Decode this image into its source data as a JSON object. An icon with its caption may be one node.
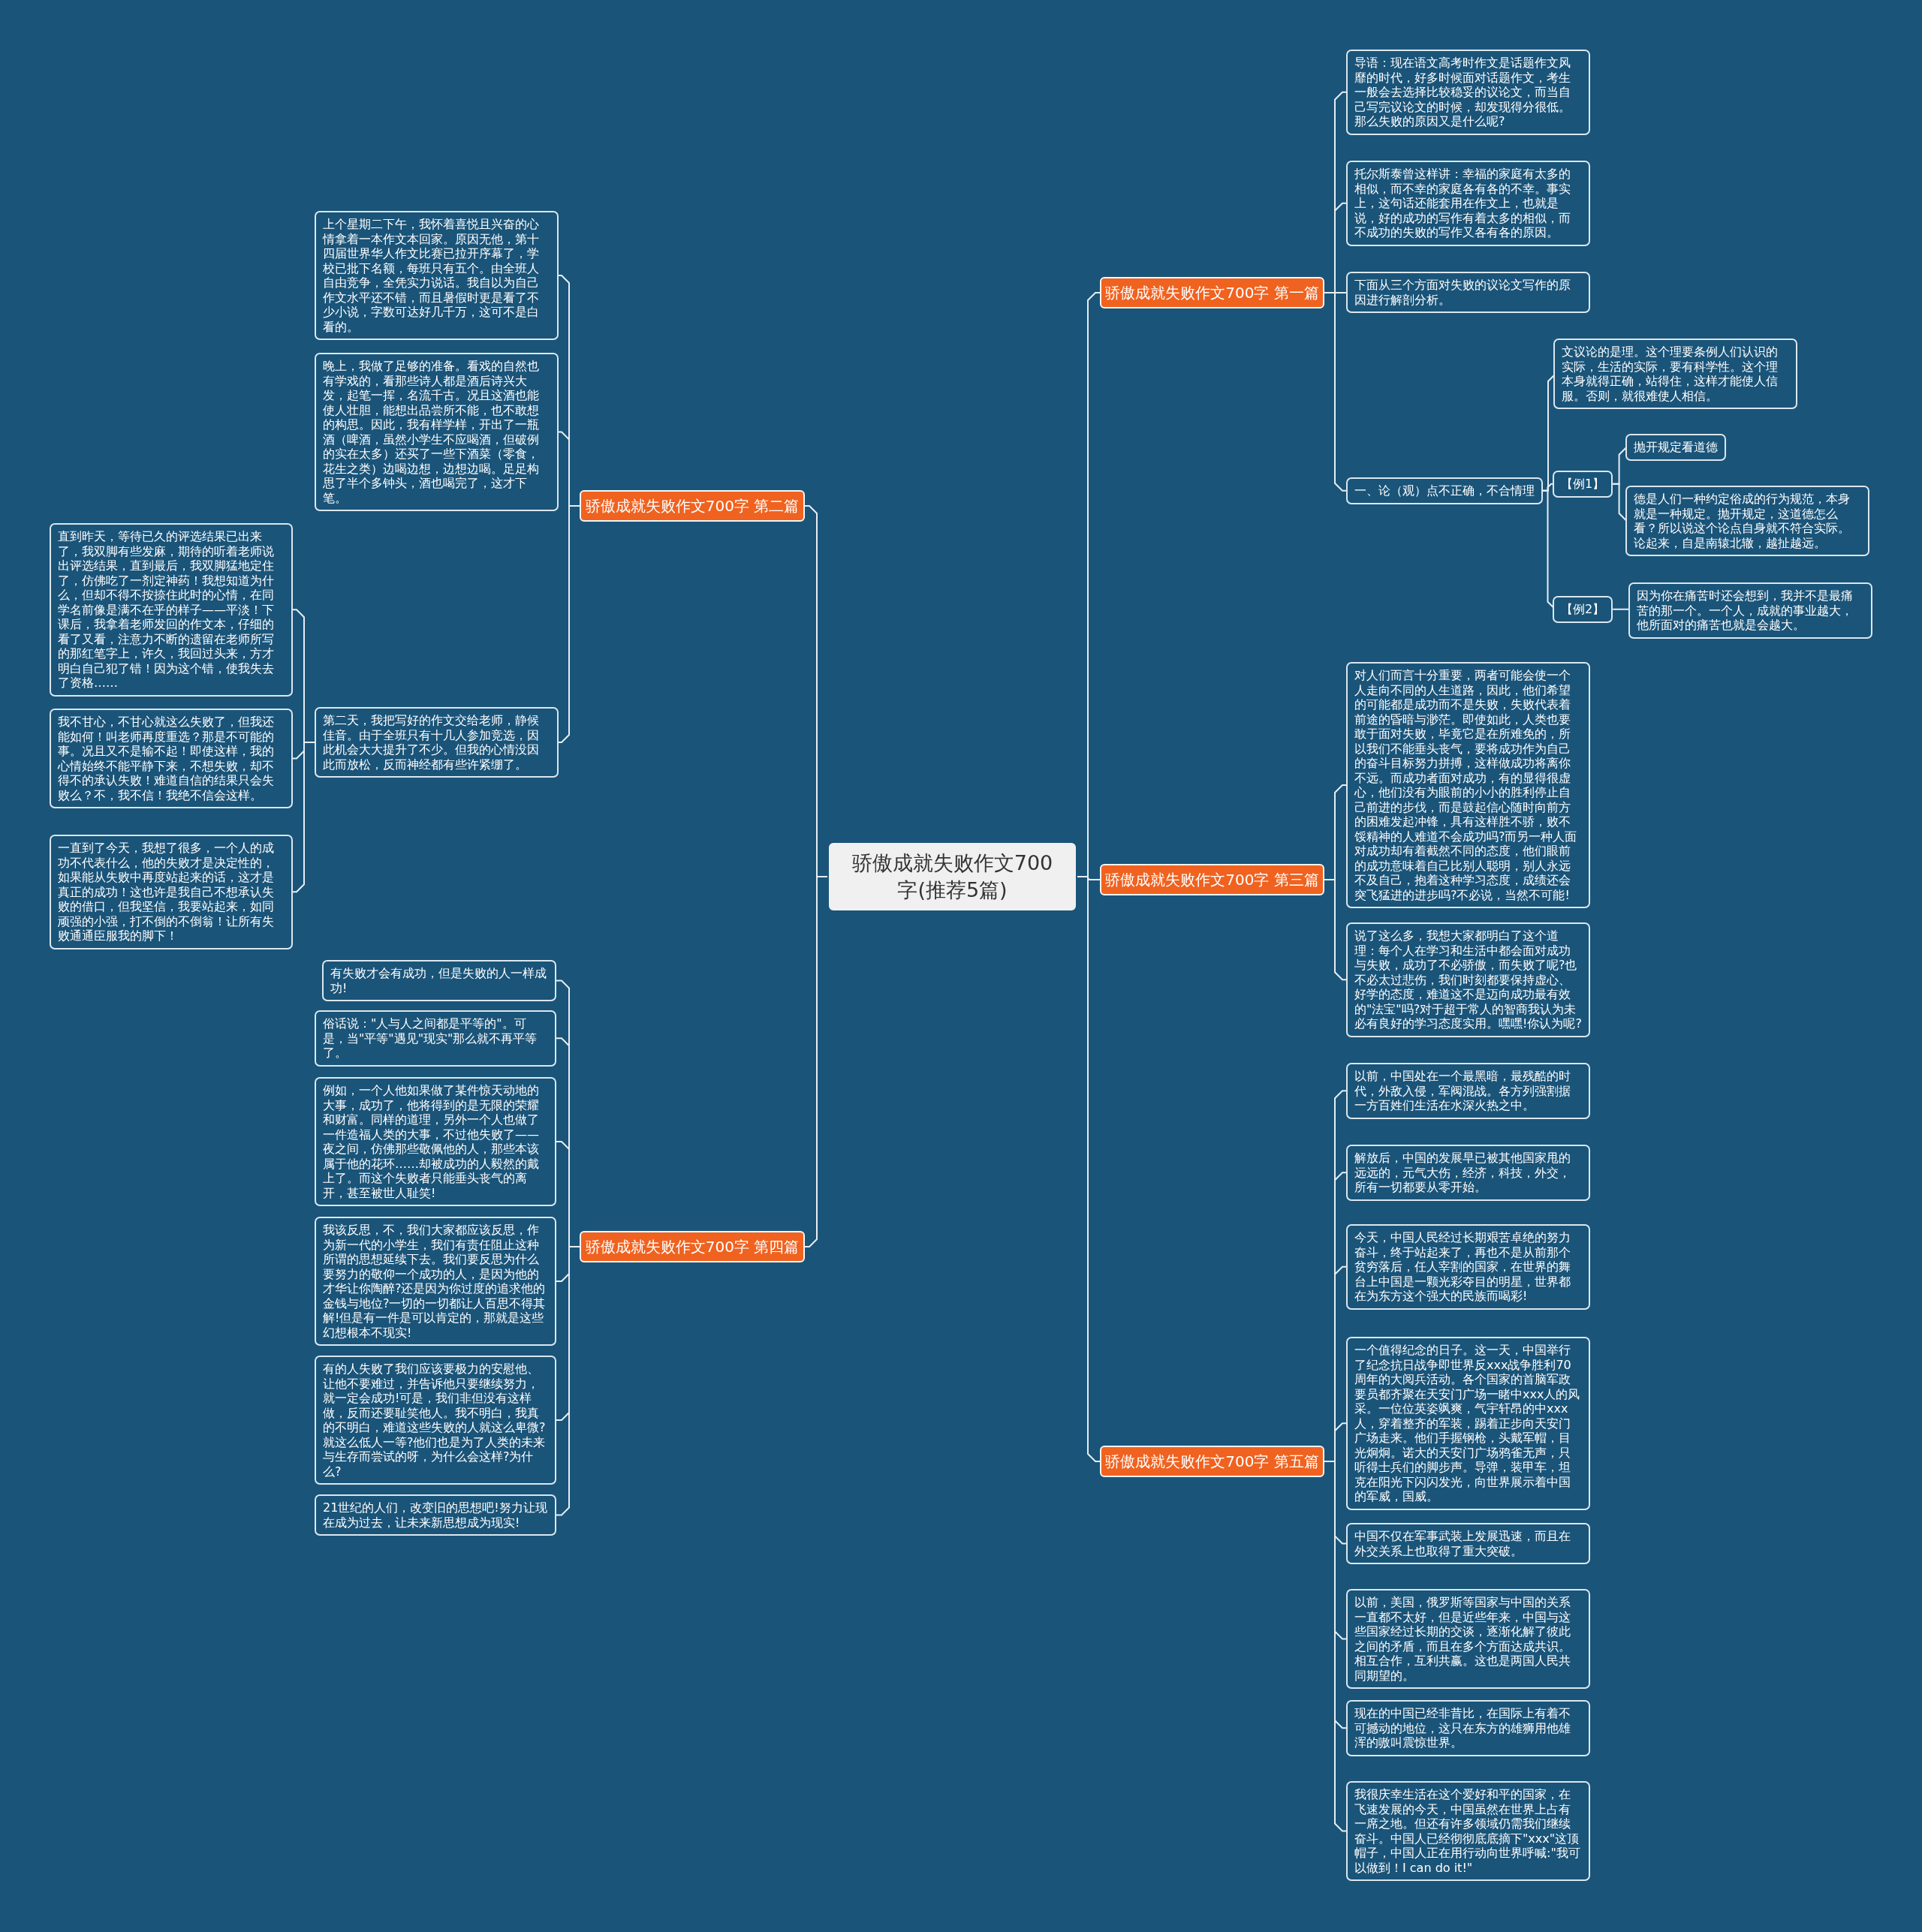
{
  "diagram": {
    "nodes": [
      {
        "text": [
          "骄傲成就失败作文700字(推荐5篇)"
        ]
      },
      {
        "text": [
          "骄傲成就失败作文700字 第一篇"
        ]
      },
      {
        "text": [
          "导语：现在语文高考时作文是话题作文风靡的时代，好多时候面对话题作文，考生一般会去选择比较稳妥的议论文，而当自己写完议论文的时候，却发现得分很低。那么失败的原因又是什么呢?"
        ]
      },
      {
        "text": [
          "托尔斯泰曾这样讲：幸福的家庭有太多的相似，而不幸的家庭各有各的不幸。事实上，这句话还能套用在作文上，也就是说，好的成功的写作有着太多的相似，而不成功的失败的写作又各有各的原因。"
        ]
      },
      {
        "text": [
          "下面从三个方面对失败的议论文写作的原因进行解剖分析。"
        ]
      },
      {
        "text": [
          "一、论（观）点不正确，不合情理"
        ]
      },
      {
        "text": [
          "文议论的是理。这个理要条例人们认识的实际，生活的实际，要有科学性。这个理本身就得正确，站得住，这样才能使人信服。否则，就很难使人相信。"
        ]
      },
      {
        "text": [
          "【例1】"
        ]
      },
      {
        "text": [
          "抛开规定看道德"
        ]
      },
      {
        "text": [
          "德是人们一种约定俗成的行为规范，本身就是一种规定。抛开规定，这道德怎么看？所以说这个论点自身就不符合实际。论起来，自是南辕北辙，越扯越远。"
        ]
      },
      {
        "text": [
          "【例2】"
        ]
      },
      {
        "text": [
          "因为你在痛苦时还会想到，我并不是最痛苦的那一个。一个人，成就的事业越大，他所面对的痛苦也就是会越大。"
        ]
      },
      {
        "text": [
          "骄傲成就失败作文700字 第二篇"
        ]
      },
      {
        "text": [
          "上个星期二下午，我怀着喜悦且兴奋的心情拿着一本作文本回家。原因无他，第十四届世界华人作文比赛已拉开序幕了，学校已批下名额，每班只有五个。由全班人自由竞争，全凭实力说话。我自以为自己作文水平还不错，而且暑假时更是看了不少小说，字数可达好几千万，这可不是白看的。"
        ]
      },
      {
        "text": [
          "晚上，我做了足够的准备。看戏的自然也有学戏的，看那些诗人都是酒后诗兴大发，起笔一挥，名流千古。况且这酒也能使人壮胆，能想出品尝所不能，也不敢想的构思。因此，我有样学样，开出了一瓶酒（啤酒，虽然小学生不应喝酒，但破例的实在太多）还买了一些下酒菜（零食，花生之类）边喝边想，边想边喝。足足构思了半个多钟头，酒也喝完了，这才下笔。"
        ]
      },
      {
        "text": [
          "第二天，我把写好的作文交给老师，静候佳音。由于全班只有十几人参加竞选，因此机会大大提升了不少。但我的心情没因此而放松，反而神经都有些许紧绷了。"
        ]
      },
      {
        "text": [
          "直到昨天，等待已久的评选结果已出来了，我双脚有些发麻，期待的听着老师说出评选结果，直到最后，我双脚猛地定住了，仿佛吃了一剂定神药！我想知道为什么，但却不得不按捺住此时的心情，在同学名前像是满不在乎的样子——平淡！下课后，我拿着老师发回的作文本，仔细的看了又看，注意力不断的遗留在老师所写的那红笔字上，许久，我回过头来，方才明白自己犯了错！因为这个错，使我失去了资格……"
        ]
      },
      {
        "text": [
          "我不甘心，不甘心就这么失败了，但我还能如何！叫老师再度重选？那是不可能的事。况且又不是输不起！即使这样，我的心情始终不能平静下来，不想失败，却不得不的承认失败！难道自信的结果只会失败么？不，我不信！我绝不信会这样。"
        ]
      },
      {
        "text": [
          "一直到了今天，我想了很多，一个人的成功不代表什么，他的失败才是决定性的，如果能从失败中再度站起来的话，这才是真正的成功！这也许是我自己不想承认失败的借口，但我坚信，我要站起来，如同顽强的小强，打不倒的不倒翁！让所有失败通通臣服我的脚下！"
        ]
      },
      {
        "text": [
          "骄傲成就失败作文700字 第三篇"
        ]
      },
      {
        "text": [
          "对人们而言十分重要，两者可能会使一个人走向不同的人生道路，因此，他们希望的可能都是成功而不是失败，失败代表着前途的昏暗与渺茫。即使如此，人类也要敢于面对失败，毕竟它是在所难免的，所以我们不能垂头丧气，要将成功作为自己的奋斗目标努力拼搏，这样做成功将离你不远。而成功者面对成功，有的显得很虚心，他们没有为眼前的小小的胜利停止自己前进的步伐，而是鼓起信心随时向前方的困难发起冲锋，具有这样胜不骄，败不馁精神的人难道不会成功吗?而另一种人面对成功却有着截然不同的态度，他们眼前的成功意味着自己比别人聪明，别人永远不及自己，抱着这种学习态度，成绩还会突飞猛进的进步吗?不必说，当然不可能!"
        ]
      },
      {
        "text": [
          "说了这么多，我想大家都明白了这个道理：每个人在学习和生活中都会面对成功与失败，成功了不必骄傲，而失败了呢?也不必太过悲伤，我们时刻都要保持虚心、好学的态度，难道这不是迈向成功最有效的\"法宝\"吗?对于超于常人的智商我认为未必有良好的学习态度实用。嘿嘿!你认为呢?"
        ]
      },
      {
        "text": [
          "骄傲成就失败作文700字 第四篇"
        ]
      },
      {
        "text": [
          "有失败才会有成功，但是失败的人一样成功!"
        ]
      },
      {
        "text": [
          "俗话说：\"人与人之间都是平等的\"。可是，当\"平等\"遇见\"现实\"那么就不再平等了。"
        ]
      },
      {
        "text": [
          "例如，一个人他如果做了某件惊天动地的大事，成功了，他将得到的是无限的荣耀和财富。同样的道理，另外一个人也做了一件造福人类的大事，不过他失败了——夜之间，仿佛那些敬佩他的人，那些本该属于他的花环……却被成功的人毅然的戴上了。而这个失败者只能垂头丧气的离开，甚至被世人耻笑!"
        ]
      },
      {
        "text": [
          "我该反思，不，我们大家都应该反思，作为新一代的小学生，我们有责任阻止这种所谓的思想延续下去。我们要反思为什么要努力的敬仰一个成功的人，是因为他的才华让你陶醉?还是因为你过度的追求他的金钱与地位?一切的一切都让人百思不得其解!但是有一件是可以肯定的，那就是这些幻想根本不现实!"
        ]
      },
      {
        "text": [
          "有的人失败了我们应该要极力的安慰他、让他不要难过，并告诉他只要继续努力，就一定会成功!可是，我们非但没有这样做，反而还要耻笑他人。我不明白，我真的不明白，难道这些失败的人就这么卑微?就这么低人一等?他们也是为了人类的未来与生存而尝试的呀，为什么会这样?为什么?"
        ]
      },
      {
        "text": [
          "21世纪的人们，改变旧的思想吧!努力让现在成为过去，让未来新思想成为现实!"
        ]
      },
      {
        "text": [
          "骄傲成就失败作文700字 第五篇"
        ]
      },
      {
        "text": [
          "以前，中国处在一个最黑暗，最残酷的时代，外敌入侵，军阀混战。各方列强割据一方百姓们生活在水深火热之中。"
        ]
      },
      {
        "text": [
          "解放后，中国的发展早已被其他国家甩的远远的，元气大伤，经济，科技，外交，所有一切都要从零开始。"
        ]
      },
      {
        "text": [
          "今天，中国人民经过长期艰苦卓绝的努力奋斗，终于站起来了，再也不是从前那个贫穷落后，任人宰割的国家，在世界的舞台上中国是一颗光彩夺目的明星，世界都在为东方这个强大的民族而喝彩!"
        ]
      },
      {
        "text": [
          "一个值得纪念的日子。这一天，中国举行了纪念抗日战争即世界反xxx战争胜利70周年的大阅兵活动。各个国家的首脑军政要员都齐聚在天安门广场一睹中xxx人的风采。一位位英姿飒爽，气宇轩昂的中xxx人，穿着整齐的军装，踢着正步向天安门广场走来。他们手握钢枪，头戴军帽，目光炯炯。诺大的天安门广场鸦雀无声，只听得士兵们的脚步声。导弹，装甲车，坦克在阳光下闪闪发光，向世界展示着中国的军威，国威。"
        ]
      },
      {
        "text": [
          "中国不仅在军事武装上发展迅速，而且在外交关系上也取得了重大突破。"
        ]
      },
      {
        "text": [
          "以前，美国，俄罗斯等国家与中国的关系一直都不太好，但是近些年来，中国与这些国家经过长期的交谈，逐渐化解了彼此之间的矛盾，而且在多个方面达成共识。相互合作，互利共赢。这也是两国人民共同期望的。"
        ]
      },
      {
        "text": [
          "现在的中国已经非昔比，在国际上有着不可撼动的地位，这只在东方的雄狮用他雄浑的嗷叫震惊世界。"
        ]
      },
      {
        "text": [
          "我很庆幸生活在这个爱好和平的国家，在飞速发展的今天，中国虽然在世界上占有一席之地。但还有许多领域仍需我们继续奋斗。中国人已经彻彻底底摘下\"xxx\"这顶帽子，中国人正在用行动向世界呼喊:\"我可以做到！I can do it!\""
        ]
      }
    ],
    "edges": [
      {
        "from": 0,
        "to": 1,
        "arrow": "none"
      },
      {
        "from": 0,
        "to": 12,
        "arrow": "none"
      },
      {
        "from": 0,
        "to": 19,
        "arrow": "none"
      },
      {
        "from": 0,
        "to": 22,
        "arrow": "none"
      },
      {
        "from": 0,
        "to": 29,
        "arrow": "none"
      },
      {
        "from": 1,
        "to": 2,
        "arrow": "none"
      },
      {
        "from": 1,
        "to": 3,
        "arrow": "none"
      },
      {
        "from": 1,
        "to": 4,
        "arrow": "none"
      },
      {
        "from": 1,
        "to": 5,
        "arrow": "none"
      },
      {
        "from": 5,
        "to": 6,
        "arrow": "none"
      },
      {
        "from": 5,
        "to": 7,
        "arrow": "none"
      },
      {
        "from": 5,
        "to": 10,
        "arrow": "none"
      },
      {
        "from": 7,
        "to": 8,
        "arrow": "none"
      },
      {
        "from": 7,
        "to": 9,
        "arrow": "none"
      },
      {
        "from": 10,
        "to": 11,
        "arrow": "none"
      },
      {
        "from": 12,
        "to": 13,
        "arrow": "none"
      },
      {
        "from": 12,
        "to": 14,
        "arrow": "none"
      },
      {
        "from": 12,
        "to": 15,
        "arrow": "none"
      },
      {
        "from": 15,
        "to": 16,
        "arrow": "none"
      },
      {
        "from": 15,
        "to": 17,
        "arrow": "none"
      },
      {
        "from": 15,
        "to": 18,
        "arrow": "none"
      },
      {
        "from": 19,
        "to": 20,
        "arrow": "none"
      },
      {
        "from": 19,
        "to": 21,
        "arrow": "none"
      },
      {
        "from": 22,
        "to": 23,
        "arrow": "none"
      },
      {
        "from": 22,
        "to": 24,
        "arrow": "none"
      },
      {
        "from": 22,
        "to": 25,
        "arrow": "none"
      },
      {
        "from": 22,
        "to": 26,
        "arrow": "none"
      },
      {
        "from": 22,
        "to": 27,
        "arrow": "none"
      },
      {
        "from": 22,
        "to": 28,
        "arrow": "none"
      },
      {
        "from": 29,
        "to": 30,
        "arrow": "none"
      },
      {
        "from": 29,
        "to": 31,
        "arrow": "none"
      },
      {
        "from": 29,
        "to": 32,
        "arrow": "none"
      },
      {
        "from": 29,
        "to": 33,
        "arrow": "none"
      },
      {
        "from": 29,
        "to": 34,
        "arrow": "none"
      },
      {
        "from": 29,
        "to": 35,
        "arrow": "none"
      },
      {
        "from": 29,
        "to": 36,
        "arrow": "none"
      },
      {
        "from": 29,
        "to": 37,
        "arrow": "none"
      }
    ]
  }
}
